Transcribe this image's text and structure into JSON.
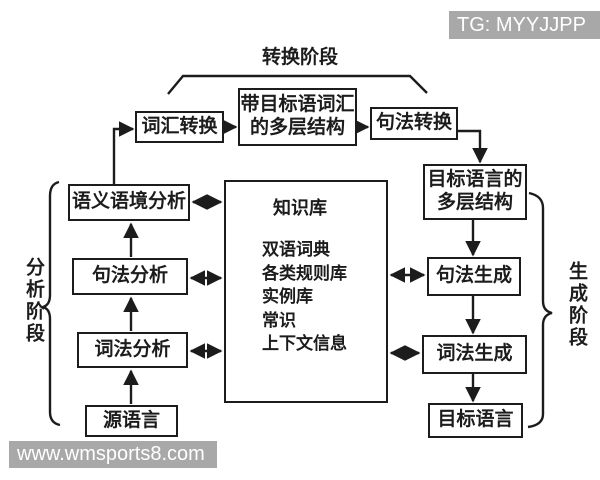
{
  "watermarks": {
    "top_right": "TG: MYYJJPP",
    "bottom_left": "www.wmsports8.com"
  },
  "phases": {
    "transfer": "转换阶段",
    "analysis": "分析阶段",
    "generation": "生成阶段"
  },
  "boxes": {
    "lexical_transfer": "词汇转换",
    "target_vocab_structure": {
      "line1": "带目标语词汇",
      "line2": "的多层结构"
    },
    "syntactic_transfer": "句法转换",
    "target_multilayer": {
      "line1": "目标语言的",
      "line2": "多层结构"
    },
    "semantic_context_analysis": "语义语境分析",
    "syntactic_analysis": "句法分析",
    "lexical_analysis": "词法分析",
    "source_language": "源语言",
    "syntactic_generation": "句法生成",
    "lexical_generation": "词法生成",
    "target_language": "目标语言"
  },
  "knowledge_base": {
    "title": "知识库",
    "items": [
      "双语词典",
      "各类规则库",
      "实例库",
      "常识",
      "上下文信息"
    ]
  },
  "colors": {
    "line": "#1c1c1c",
    "watermark_bg": "#a8a8a8",
    "watermark_text": "#ffffff",
    "background": "#ffffff"
  }
}
